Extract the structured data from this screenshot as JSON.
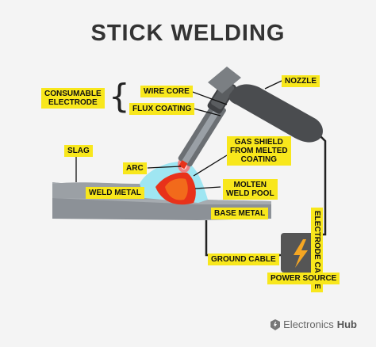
{
  "title": "STICK WELDING",
  "labels": {
    "consumable_electrode": "CONSUMABLE\nELECTRODE",
    "wire_core": "WIRE CORE",
    "flux_coating": "FLUX COATING",
    "nozzle": "NOZZLE",
    "slag": "SLAG",
    "arc": "ARC",
    "gas_shield": "GAS SHIELD\nFROM MELTED\nCOATING",
    "weld_metal": "WELD METAL",
    "molten_weld_pool": "MOLTEN\nWELD POOL",
    "base_metal": "BASE METAL",
    "electrode_cable": "ELECTRODE CABLE",
    "ground_cable": "GROUND CABLE",
    "power_source": "POWER SOURCE"
  },
  "brand": {
    "name_light": "Electronics",
    "name_bold": "Hub",
    "icon": "electronics-hub-logo-icon"
  },
  "colors": {
    "label_bg": "#f8e71c",
    "weld_red": "#e8321a",
    "gas_cyan": "#9fe6f2",
    "plate_gray": "#8a8f94",
    "nozzle_dark": "#4a4c4f",
    "power_box": "#555"
  }
}
